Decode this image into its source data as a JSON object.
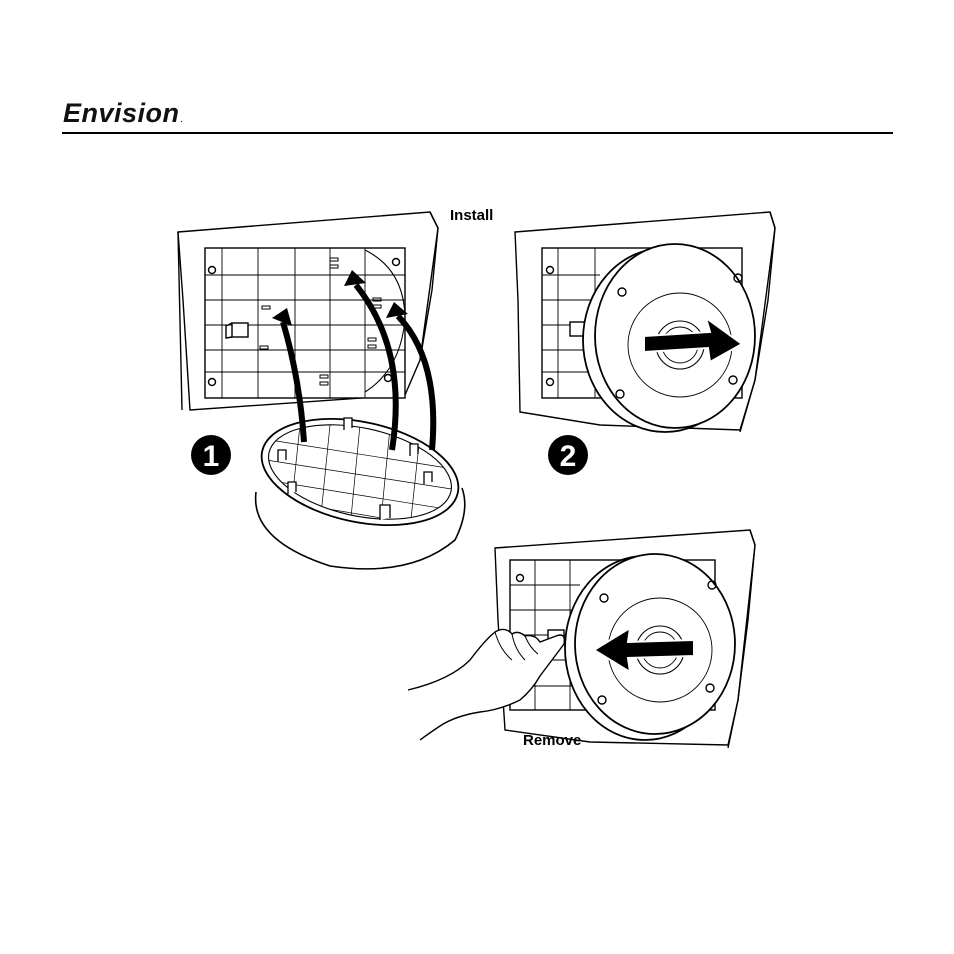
{
  "brand": {
    "name": "Envision",
    "trademark": "."
  },
  "figure": {
    "install_label": "Install",
    "remove_label": "Remove",
    "steps": [
      {
        "number": "1"
      },
      {
        "number": "2"
      }
    ]
  }
}
